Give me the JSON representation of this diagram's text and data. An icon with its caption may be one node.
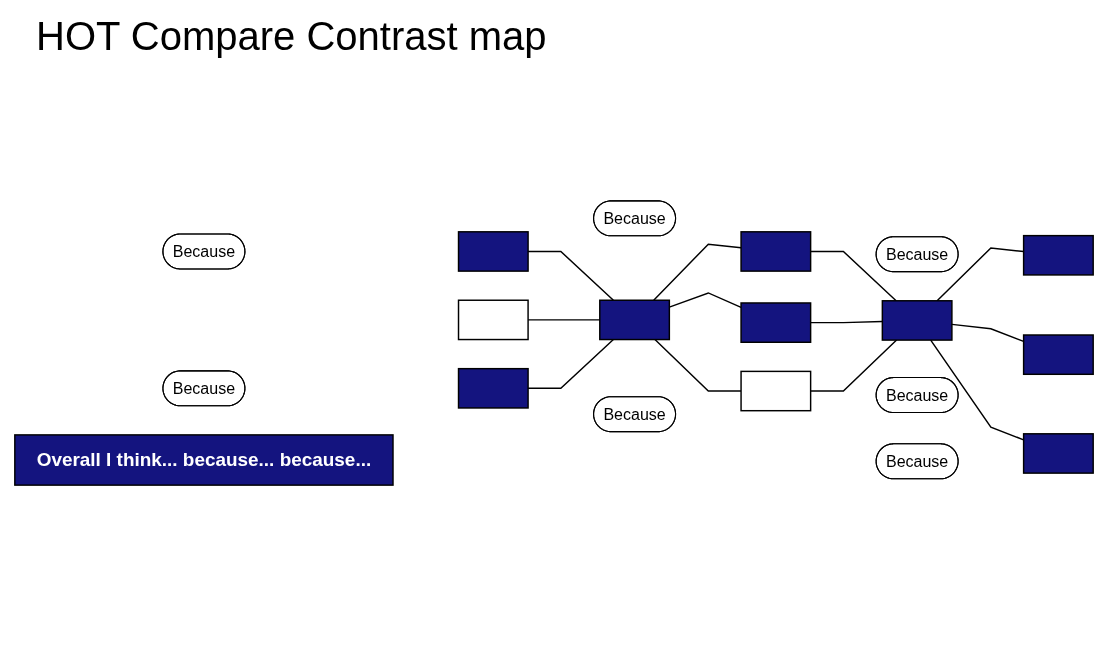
{
  "diagram": {
    "title": "HOT Compare Contrast map",
    "nodes": [
      {
        "text": [
          "Because"
        ]
      },
      {
        "text": [],
        "shape": "box"
      },
      {
        "text": [],
        "shape": "box"
      },
      {
        "text": [
          "Because"
        ]
      },
      {
        "text": [],
        "shape": "box"
      },
      {
        "text": [],
        "shape": "box"
      },
      {
        "text": [
          "Because"
        ]
      },
      {
        "text": [],
        "shape": "box"
      },
      {
        "text": [
          "Because"
        ]
      },
      {
        "text": [],
        "shape": "box"
      },
      {
        "text": [],
        "shape": "box"
      },
      {
        "text": [],
        "shape": "box"
      },
      {
        "text": [
          "Because"
        ]
      },
      {
        "text": [],
        "shape": "box"
      },
      {
        "text": [
          "Because"
        ]
      },
      {
        "text": [],
        "shape": "box"
      },
      {
        "text": [
          "Because"
        ]
      },
      {
        "text": [],
        "shape": "box"
      },
      {
        "text": [
          "Overall I think... because... because..."
        ]
      }
    ],
    "edges": [
      {
        "from": 1,
        "to": 5,
        "arrow": "none"
      },
      {
        "from": 2,
        "to": 5,
        "arrow": "none"
      },
      {
        "from": 4,
        "to": 5,
        "arrow": "none"
      },
      {
        "from": 5,
        "to": 7,
        "arrow": "none"
      },
      {
        "from": 5,
        "to": 9,
        "arrow": "none"
      },
      {
        "from": 5,
        "to": 10,
        "arrow": "none"
      },
      {
        "from": 7,
        "to": 11,
        "arrow": "none"
      },
      {
        "from": 9,
        "to": 11,
        "arrow": "none"
      },
      {
        "from": 10,
        "to": 11,
        "arrow": "none"
      },
      {
        "from": 11,
        "to": 13,
        "arrow": "none"
      },
      {
        "from": 11,
        "to": 15,
        "arrow": "none"
      },
      {
        "from": 11,
        "to": 17,
        "arrow": "none"
      }
    ]
  }
}
